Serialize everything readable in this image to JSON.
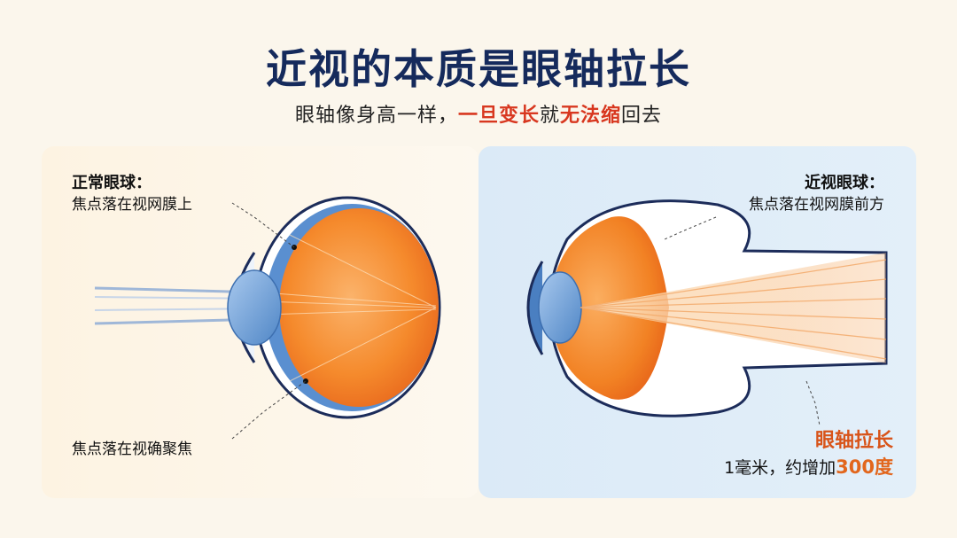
{
  "title": "近视的本质是眼轴拉长",
  "subtitle": {
    "part1": "眼轴像身高一样，",
    "highlight1": "一旦变长",
    "part2": "就",
    "highlight2": "无法缩",
    "part3": "回去"
  },
  "left_panel": {
    "heading": "正常眼球：",
    "label_retina": "焦点落在视网膜上",
    "label_focus": "焦点落在视确聚焦"
  },
  "right_panel": {
    "heading": "近视眼球：",
    "label_front": "焦点落在视网膜前方",
    "elongation_title": "眼轴拉长",
    "elongation_note_prefix": "1毫米，约增加",
    "elongation_degree": "300度"
  },
  "colors": {
    "title": "#152a5c",
    "highlight_red": "#d8371f",
    "orange": "#f07a1c",
    "lens_blue": "#7eaee0",
    "panel_left_bg": "#fdf3e2",
    "panel_right_bg": "#dbeaf7"
  }
}
